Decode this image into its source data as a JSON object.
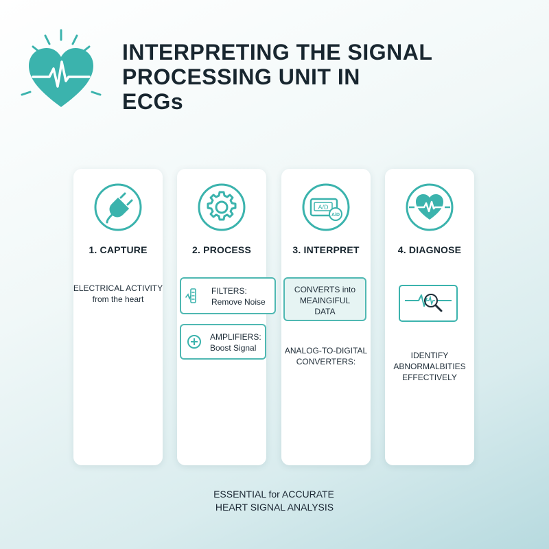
{
  "title": {
    "line1": "INTERPRETING THE SIGNAL",
    "line2": "PROCESSING UNIT IN",
    "line3": "ECGs"
  },
  "colors": {
    "accent": "#3bb3ad",
    "accent_dark": "#2a958f",
    "box_fill": "#e6f4f3",
    "title": "#18262f"
  },
  "cards": [
    {
      "title": "1. CAPTURE",
      "icon": "plug-icon",
      "desc_line1": "ELECTRICAL ACTIVITY",
      "desc_line2": "from the heart"
    },
    {
      "title": "2. PROCESS",
      "icon": "gear-icon",
      "filters": {
        "icon": "filter-icon",
        "line1": "FILTERS:",
        "line2": "Remove Noise"
      },
      "amplifiers": {
        "icon": "plus-circle-icon",
        "line1": "AMPLIFIERS:",
        "line2": "Boost Signal"
      }
    },
    {
      "title": "3. INTERPRET",
      "icon": "ad-converter-icon",
      "icon_text_main": "A/D",
      "icon_text_small": "AiD",
      "converts_line1": "CONVERTS into",
      "converts_line2": "MEAINGIFUL",
      "converts_line3": "DATA",
      "desc_line1": "ANALOG-TO-DIGITAL",
      "desc_line2": "CONVERTERS:"
    },
    {
      "title": "4. DIAGNOSE",
      "icon": "heart-pulse-icon",
      "monitor_icon": "ecg-magnifier-icon",
      "desc_line1": "IDENTIFY",
      "desc_line2": "ABNORMALBITIES",
      "desc_line3": "EFFECTIVELY"
    }
  ],
  "footer": {
    "line1": "ESSENTIAL for ACCURATE",
    "line2": "HEART SIGNAL ANALYSIS"
  }
}
